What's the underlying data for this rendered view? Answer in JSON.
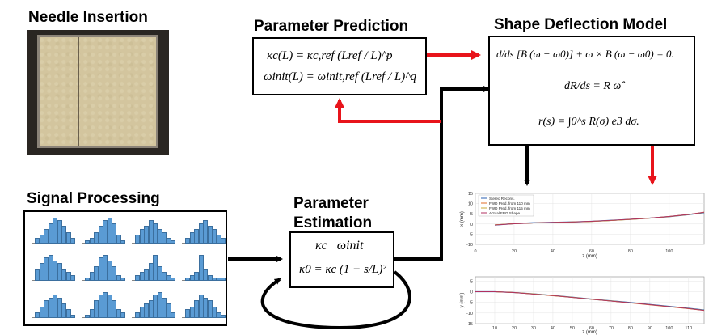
{
  "sections": {
    "needle_insertion": "Needle Insertion",
    "signal_processing": "Signal Processing",
    "parameter_prediction": "Parameter Prediction",
    "shape_deflection": "Shape Deflection Model",
    "parameter_estimation_line1": "Parameter",
    "parameter_estimation_line2": "Estimation"
  },
  "equations": {
    "prediction_kappa": "κc(L) = κc,ref (Lref / L)^p",
    "prediction_omega": "ωinit(L) = ωinit,ref (Lref / L)^q",
    "deflection_1": "d/ds [B (ω − ω0)] + ω × B (ω − ω0) = 0.",
    "deflection_2": "dR/ds = R ω̂",
    "deflection_3": "r(s) = ∫0^s R(σ) e3 dσ.",
    "estimation_params": "κc   ωinit",
    "estimation_kappa0": "κ0 = κc (1 − s/L)²"
  },
  "colors": {
    "red_arrow": "#e8141b",
    "black_arrow": "#000000",
    "hist_bar": "#5a9bd4",
    "stereo": "#2a5fb0",
    "pred110": "#e06d2a",
    "pred115": "#c8a83a",
    "actual": "#b03060"
  },
  "icons": {
    "photo": "needle-insertion-photo",
    "histograms": "fbg-histogram-grid"
  },
  "chart_data": [
    {
      "type": "line",
      "title": "",
      "xlabel": "z (mm)",
      "ylabel": "x (mm)",
      "xlim": [
        0,
        118
      ],
      "ylim": [
        -10,
        15
      ],
      "xticks": [
        0,
        20,
        40,
        60,
        80,
        100
      ],
      "yticks": [
        15,
        10,
        5,
        0,
        -5,
        -10
      ],
      "legend_position": "top-left",
      "legend": [
        "Stereo Recons.",
        "FWD Pred. from 110 mm",
        "FWD Pred. from 115 mm",
        "Actual FBG Shape"
      ],
      "x": [
        10,
        20,
        30,
        40,
        50,
        60,
        70,
        80,
        90,
        100,
        110,
        118
      ],
      "series": [
        {
          "name": "Stereo Recons.",
          "values": [
            -0.5,
            0.2,
            0.6,
            0.8,
            1.0,
            1.3,
            1.8,
            2.3,
            2.9,
            3.6,
            4.6,
            5.6
          ]
        },
        {
          "name": "FWD Pred. from 110 mm",
          "values": [
            -0.4,
            0.2,
            0.5,
            0.8,
            1.0,
            1.3,
            1.7,
            2.3,
            2.9,
            3.7,
            4.7,
            5.8
          ]
        },
        {
          "name": "FWD Pred. from 115 mm",
          "values": [
            -0.4,
            0.1,
            0.5,
            0.7,
            1.0,
            1.2,
            1.7,
            2.2,
            2.8,
            3.6,
            4.6,
            5.7
          ]
        },
        {
          "name": "Actual FBG Shape",
          "values": [
            -0.5,
            0.1,
            0.5,
            0.8,
            1.0,
            1.3,
            1.8,
            2.3,
            2.9,
            3.7,
            4.7,
            5.8
          ]
        }
      ]
    },
    {
      "type": "line",
      "title": "",
      "xlabel": "z (mm)",
      "ylabel": "y (mm)",
      "xlim": [
        0,
        118
      ],
      "ylim": [
        -15,
        7
      ],
      "xticks": [
        10,
        20,
        30,
        40,
        50,
        60,
        70,
        80,
        90,
        100,
        110
      ],
      "yticks": [
        5,
        0,
        -5,
        -10,
        -15
      ],
      "x": [
        0,
        10,
        20,
        30,
        40,
        50,
        60,
        70,
        80,
        90,
        100,
        110,
        118
      ],
      "series": [
        {
          "name": "Stereo Recons.",
          "values": [
            0,
            0,
            -0.4,
            -1.0,
            -1.8,
            -2.6,
            -3.5,
            -4.3,
            -5.1,
            -6.0,
            -6.9,
            -7.8,
            -8.6
          ]
        },
        {
          "name": "FWD Pred. from 110 mm",
          "values": [
            0,
            0,
            -0.4,
            -1.1,
            -1.9,
            -2.7,
            -3.6,
            -4.4,
            -5.3,
            -6.2,
            -7.1,
            -8.0,
            -8.8
          ]
        },
        {
          "name": "FWD Pred. from 115 mm",
          "values": [
            0,
            0,
            -0.4,
            -1.0,
            -1.8,
            -2.6,
            -3.5,
            -4.3,
            -5.2,
            -6.1,
            -7.0,
            -7.9,
            -8.7
          ]
        },
        {
          "name": "Actual FBG Shape",
          "values": [
            0,
            0,
            -0.4,
            -1.1,
            -1.8,
            -2.7,
            -3.5,
            -4.4,
            -5.2,
            -6.1,
            -7.0,
            -7.9,
            -8.8
          ]
        }
      ]
    }
  ]
}
